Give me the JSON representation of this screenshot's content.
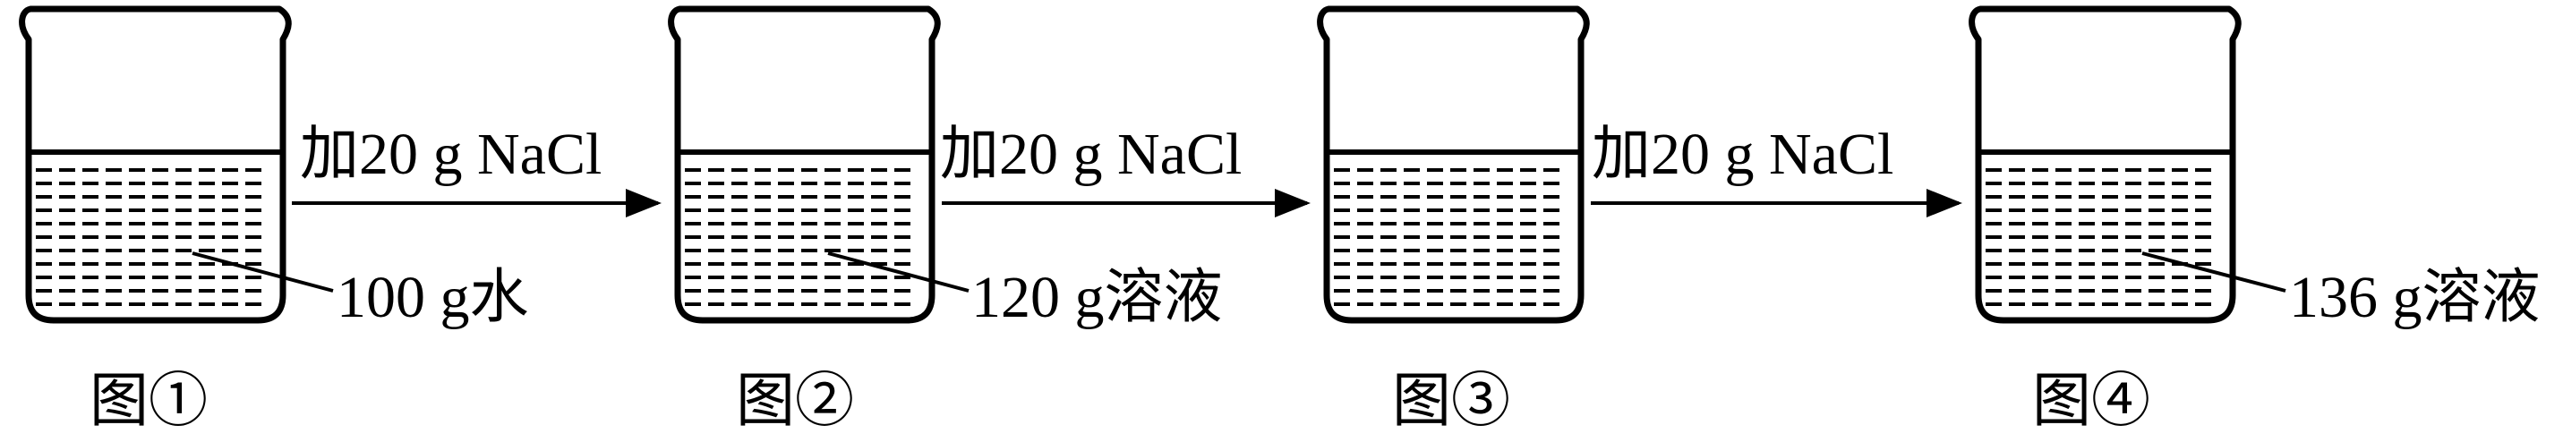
{
  "figure": {
    "steps": [
      {
        "action": "加20 g NaCl"
      },
      {
        "action": "加20 g NaCl"
      },
      {
        "action": "加20 g NaCl"
      }
    ],
    "beakers": [
      {
        "caption": "图①",
        "contents": "100 g水"
      },
      {
        "caption": "图②",
        "contents": "120 g溶液"
      },
      {
        "caption": "图③",
        "contents": ""
      },
      {
        "caption": "图④",
        "contents": "136 g溶液"
      }
    ]
  }
}
